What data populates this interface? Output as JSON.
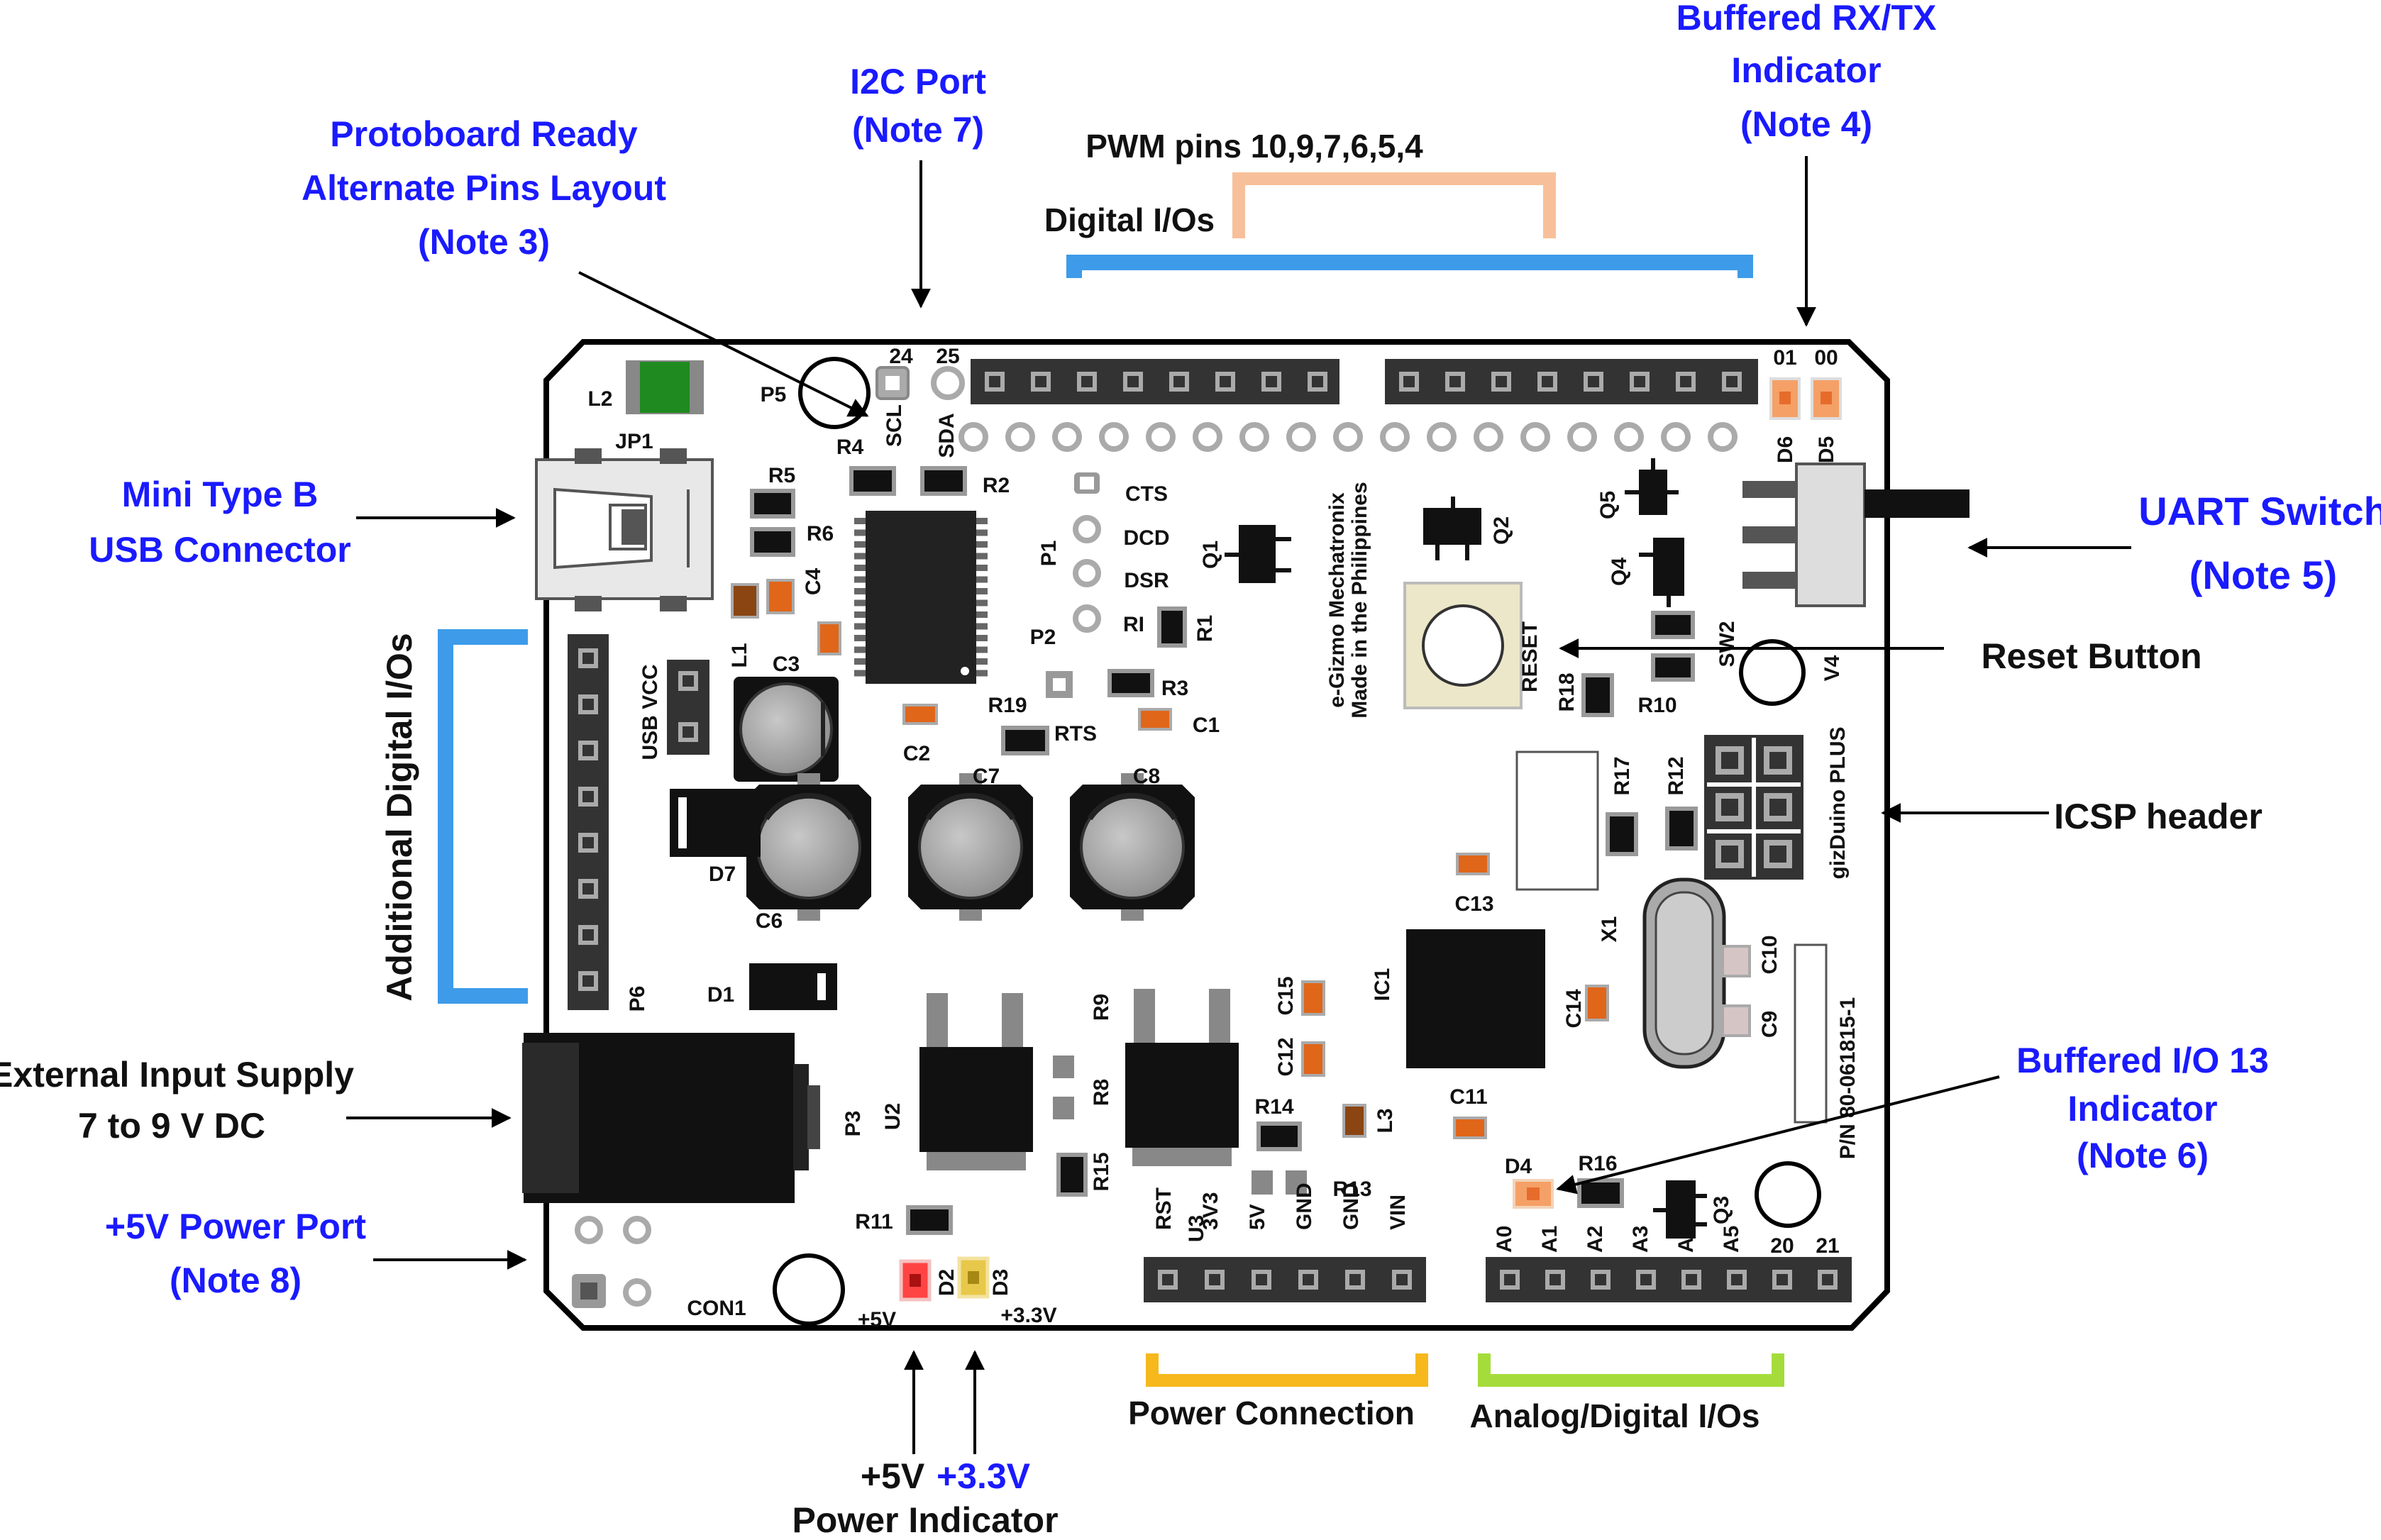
{
  "callouts": {
    "rxtx_line1": "Buffered RX/TX",
    "rxtx_line2": "Indicator",
    "rxtx_line3": "(Note 4)",
    "i2c_line1": "I2C Port",
    "i2c_line2": "(Note 7)",
    "proto_line1": "Protoboard Ready",
    "proto_line2": "Alternate Pins Layout",
    "proto_line3": "(Note 3)",
    "usb_line1": "Mini Type B",
    "usb_line2": "USB Connector",
    "uart_line1": "UART Switch",
    "uart_line2": "(Note 5)",
    "reset": "Reset Button",
    "icsp": "ICSP header",
    "ext_line1": "External Input Supply",
    "ext_line2": "7 to 9 V DC",
    "p5v_line1": "+5V Power Port",
    "p5v_line2": "(Note 8)",
    "io13_line1": "Buffered I/O 13",
    "io13_line2": "Indicator",
    "io13_line3": "(Note 6)",
    "pwr_ind_5v": "+5V",
    "pwr_ind_33v": "+3.3V",
    "pwr_ind_label": "Power Indicator"
  },
  "brackets": {
    "pwm": "PWM pins 10,9,7,6,5,4",
    "digital": "Digital I/Os",
    "additional": "Additional Digital I/Os",
    "power": "Power Connection",
    "analog": "Analog/Digital I/Os"
  },
  "board": {
    "L2": "L2",
    "P5": "P5",
    "JP1": "JP1",
    "R5": "R5",
    "R6": "R6",
    "C4": "C4",
    "R4": "R4",
    "R2": "R2",
    "SCL": "SCL",
    "SDA": "SDA",
    "n24": "24",
    "n25": "25",
    "L1": "L1",
    "C3": "C3",
    "USBVCC": "USB VCC",
    "C2": "C2",
    "R19": "R19",
    "RTS": "RTS",
    "P1": "P1",
    "P2": "P2",
    "CTS": "CTS",
    "DCD": "DCD",
    "DSR": "DSR",
    "RI": "RI",
    "R1": "R1",
    "R3": "R3",
    "C1": "C1",
    "Q1": "Q1",
    "Q2": "Q2",
    "Q5": "Q5",
    "Q4": "Q4",
    "SW2": "SW2",
    "V4": "V4",
    "RESET": "RESET",
    "R18": "R18",
    "R10": "R10",
    "D6": "D6",
    "D5": "D5",
    "s01": "01",
    "s00": "00",
    "maker1": "e-Gizmo Mechatronix",
    "maker2": "Made in the Philippines",
    "R17": "R17",
    "R12": "R12",
    "gizduino": "gizDuino PLUS",
    "D7": "D7",
    "C6": "C6",
    "C7": "C7",
    "C8": "C8",
    "P6": "P6",
    "D1": "D1",
    "C13": "C13",
    "IC1": "IC1",
    "X1": "X1",
    "C10": "C10",
    "C9": "C9",
    "C14": "C14",
    "C15": "C15",
    "C12": "C12",
    "C11": "C11",
    "PN": "P/N 80-061815-1",
    "P3": "P3",
    "U2": "U2",
    "R9": "R9",
    "R8": "R8",
    "R14": "R14",
    "L3": "L3",
    "R15": "R15",
    "R13": "R13",
    "R11": "R11",
    "D2": "D2",
    "D3": "D3",
    "plus5v": "+5V",
    "plus33v": "+3.3V",
    "CON1": "CON1",
    "D4": "D4",
    "R16": "R16",
    "Q3": "Q3",
    "U3": "U3",
    "power_pins": [
      "RST",
      "3V3",
      "5V",
      "GND",
      "GND",
      "VIN"
    ],
    "analog_pins": [
      "A0",
      "A1",
      "A2",
      "A3",
      "A4",
      "A5",
      "20",
      "21"
    ]
  },
  "colors": {
    "blue_text": "#1a1aff",
    "bracket_blue": "#3d9be9",
    "bracket_peach": "#f7c09a",
    "bracket_orange": "#f6b81d",
    "bracket_green": "#a5dc3b",
    "led_red": "#ff4444",
    "led_yellow": "#e8c84a",
    "led_orange": "#f5a066"
  }
}
